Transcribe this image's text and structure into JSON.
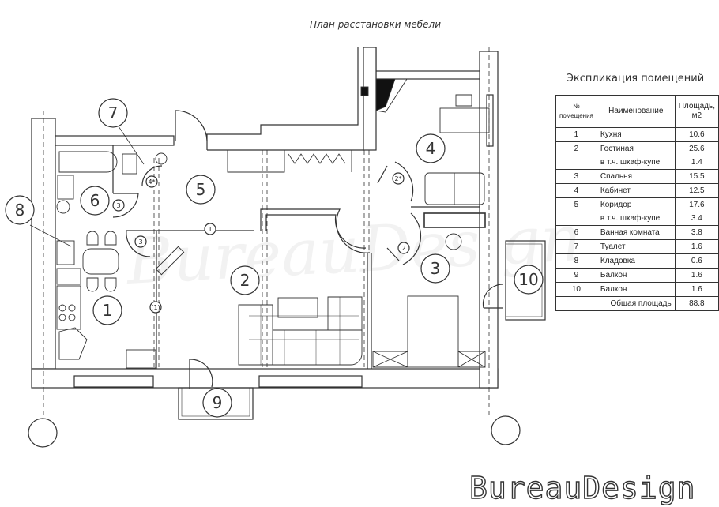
{
  "title": "План расстановки мебели",
  "explication": {
    "title": "Экспликация помещений",
    "headers": {
      "number": "№ помещения",
      "name": "Наименование",
      "area": "Площадь, м2"
    },
    "rows": [
      {
        "num": "1",
        "name": "Кухня",
        "area": "10.6"
      },
      {
        "num": "2",
        "name": "Гостиная",
        "area": "25.6",
        "sub_name": "в т.ч. шкаф-купе",
        "sub_area": "1.4"
      },
      {
        "num": "3",
        "name": "Спальня",
        "area": "15.5"
      },
      {
        "num": "4",
        "name": "Кабинет",
        "area": "12.5"
      },
      {
        "num": "5",
        "name": "Коридор",
        "area": "17.6",
        "sub_name": "в т.ч. шкаф-купе",
        "sub_area": "3.4"
      },
      {
        "num": "6",
        "name": "Ванная комната",
        "area": "3.8"
      },
      {
        "num": "7",
        "name": "Туалет",
        "area": "1.6"
      },
      {
        "num": "8",
        "name": "Кладовка",
        "area": "0.6"
      },
      {
        "num": "9",
        "name": "Балкон",
        "area": "1.6"
      },
      {
        "num": "10",
        "name": "Балкон",
        "area": "1.6"
      }
    ],
    "total_label": "Общая площадь",
    "total_area": "88.8"
  },
  "room_tags": [
    "1",
    "2",
    "3",
    "4",
    "5",
    "6",
    "7",
    "8",
    "9",
    "10"
  ],
  "door_tags": {
    "d1": "1",
    "d1b": "(1)",
    "d2": "2",
    "d2s": "2*",
    "d3a": "3",
    "d3b": "3",
    "d4s": "4*"
  },
  "logo": "BureauDesign",
  "watermark": "BureauDesign",
  "colors": {
    "line": "#333333",
    "wall_fill": "#ffffff",
    "accent": "#111111"
  }
}
